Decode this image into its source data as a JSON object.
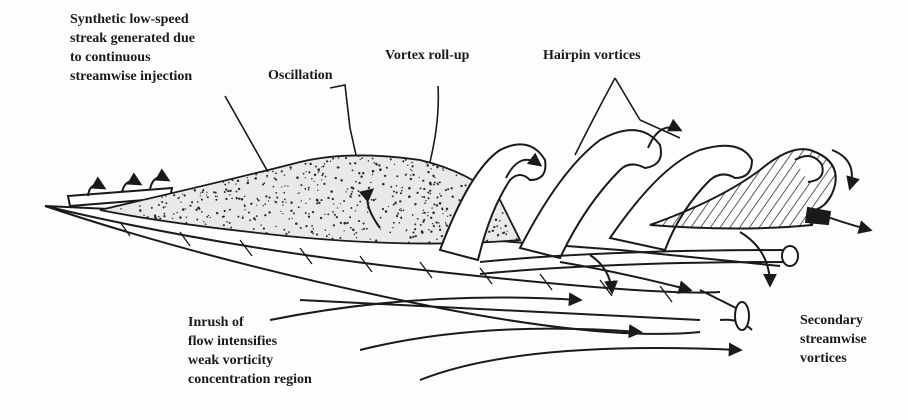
{
  "labels": {
    "low_speed_streak": "Synthetic low-speed\nstreak generated due\nto continuous\nstreamwise injection",
    "oscillation": "Oscillation",
    "vortex_rollup": "Vortex roll-up",
    "hairpin_vortices": "Hairpin vortices",
    "inrush": "Inrush of\nflow intensifies\nweak vorticity\nconcentration region",
    "secondary_vortices": "Secondary\nstreamwise\nvortices"
  },
  "colors": {
    "ink": "#1a1a1a",
    "paper": "#fdfdfd",
    "stipple": "#2a2a2a"
  }
}
